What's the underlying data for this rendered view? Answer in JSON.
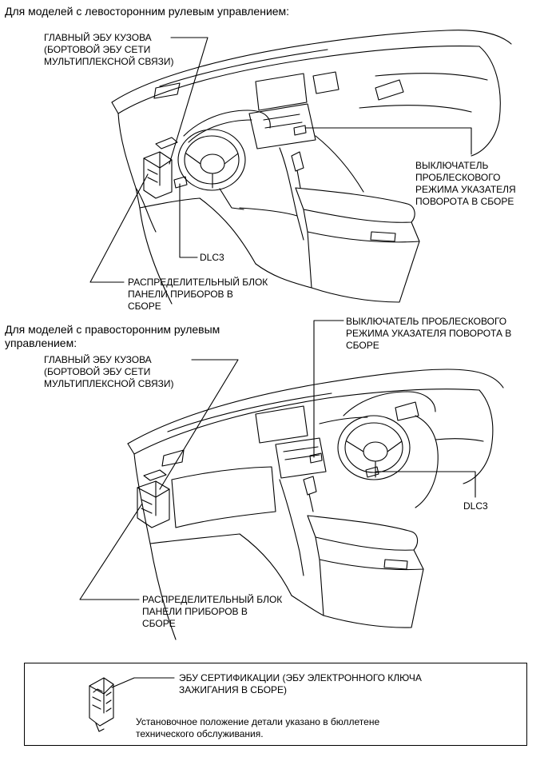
{
  "lhd": {
    "heading": "Для моделей с левосторонним рулевым управлением:",
    "label_body_ecu": "ГЛАВНЫЙ ЭБУ КУЗОВА\n(БОРТОВОЙ ЭБУ СЕТИ\nМУЛЬТИПЛЕКСНОЙ СВЯЗИ)",
    "label_flasher_switch": "ВЫКЛЮЧАТЕЛЬ\nПРОБЛЕСКОВОГО\nРЕЖИМА УКАЗАТЕЛЯ\nПОВОРОТА В СБОРЕ",
    "label_dlc3": "DLC3",
    "label_junction_block": "РАСПРЕДЕЛИТЕЛЬНЫЙ БЛОК\nПАНЕЛИ ПРИБОРОВ В\nСБОРЕ"
  },
  "rhd": {
    "heading": "Для моделей с правосторонним рулевым\nуправлением:",
    "label_flasher_switch": "ВЫКЛЮЧАТЕЛЬ ПРОБЛЕСКОВОГО\nРЕЖИМА УКАЗАТЕЛЯ ПОВОРОТА В\nСБОРЕ",
    "label_body_ecu": "ГЛАВНЫЙ ЭБУ КУЗОВА\n(БОРТОВОЙ ЭБУ СЕТИ\nМУЛЬТИПЛЕКСНОЙ СВЯЗИ)",
    "label_dlc3": "DLC3",
    "label_junction_block": "РАСПРЕДЕЛИТЕЛЬНЫЙ БЛОК\nПАНЕЛИ ПРИБОРОВ В\nСБОРЕ"
  },
  "note": {
    "label_cert_ecu": "ЭБУ СЕРТИФИКАЦИИ (ЭБУ ЭЛЕКТРОННОГО КЛЮЧА\nЗАЖИГАНИЯ В СБОРЕ)",
    "remark": "Установочное положение детали указано в бюллетене\nтехнического обслуживания."
  }
}
